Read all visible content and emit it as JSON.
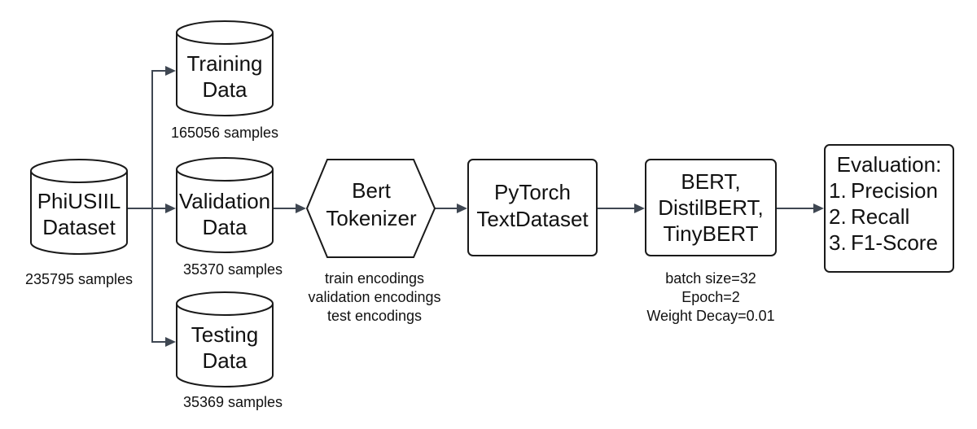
{
  "diagram": {
    "nodes": {
      "dataset": {
        "lines": [
          "PhiUSIIL",
          "Dataset"
        ]
      },
      "training": {
        "lines": [
          "Training",
          "Data"
        ]
      },
      "validation": {
        "lines": [
          "Validation",
          "Data"
        ]
      },
      "testing": {
        "lines": [
          "Testing",
          "Data"
        ]
      },
      "tokenizer": {
        "lines": [
          "Bert",
          "Tokenizer"
        ]
      },
      "textdataset": {
        "lines": [
          "PyTorch",
          "TextDataset"
        ]
      },
      "models": {
        "lines": [
          "BERT,",
          "DistilBERT,",
          "TinyBERT"
        ]
      },
      "evaluation": {
        "title": "Evaluation:",
        "items": [
          {
            "num": "1.",
            "label": "Precision"
          },
          {
            "num": "2.",
            "label": "Recall"
          },
          {
            "num": "3.",
            "label": "F1-Score"
          }
        ]
      }
    },
    "captions": {
      "dataset": [
        "235795 samples"
      ],
      "training": [
        "165056 samples"
      ],
      "validation": [
        "35370 samples"
      ],
      "testing": [
        "35369 samples"
      ],
      "tokenizer": [
        "train encodings",
        "validation encodings",
        "test encodings"
      ],
      "models": [
        "batch size=32",
        "Epoch=2",
        "Weight Decay=0.01"
      ]
    },
    "colors": {
      "stroke": "#1a1a1a",
      "edge": "#3f4752",
      "text": "#111111",
      "fill": "#ffffff"
    }
  }
}
